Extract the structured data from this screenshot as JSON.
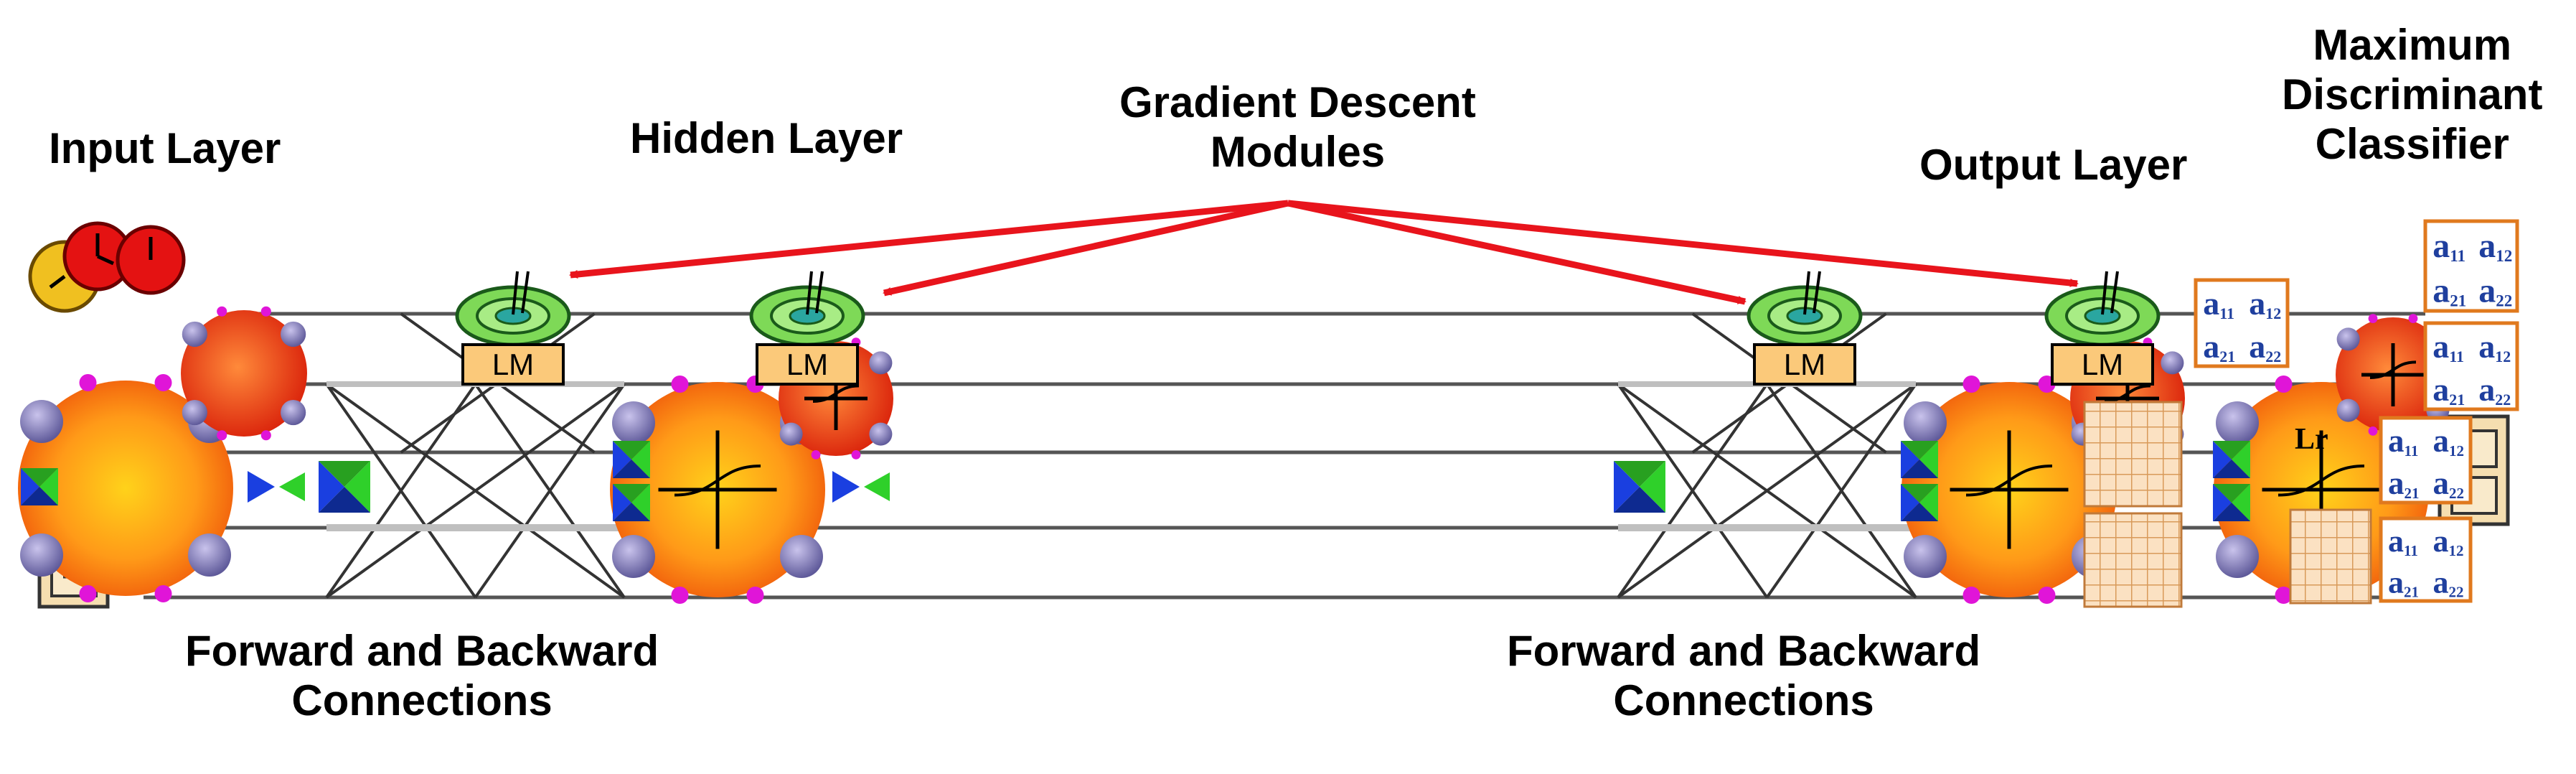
{
  "labels": {
    "input_layer": "Input Layer",
    "hidden_layer": "Hidden Layer",
    "gd_line1": "Gradient Descent",
    "gd_line2": "Modules",
    "output_layer": "Output Layer",
    "mdc_line1": "Maximum",
    "mdc_line2": "Discriminant",
    "mdc_line3": "Classifier",
    "conn_left_line1": "Forward and Backward",
    "conn_left_line2": "Connections",
    "conn_right_line1": "Forward and Backward",
    "conn_right_line2": "Connections"
  },
  "module_badge": "LM",
  "matrix_tile": [
    "a",
    "11",
    "a",
    "12",
    "a",
    "21",
    "a",
    "22"
  ],
  "lr_label": "Lr",
  "colors": {
    "arrow": "#e8141c",
    "orange_outer": "#f06a10",
    "orange_inner": "#ffd21a",
    "dish_green": "#7ed957",
    "badge": "#fbc97a",
    "matrix_text": "#1f3f9e",
    "matrix_border": "#e0791e"
  },
  "icons": [
    "clock-icon",
    "file-cabinet-icon",
    "neuron-icon",
    "gradient-module-icon",
    "matrix-icon",
    "connector-triangle-icon"
  ]
}
